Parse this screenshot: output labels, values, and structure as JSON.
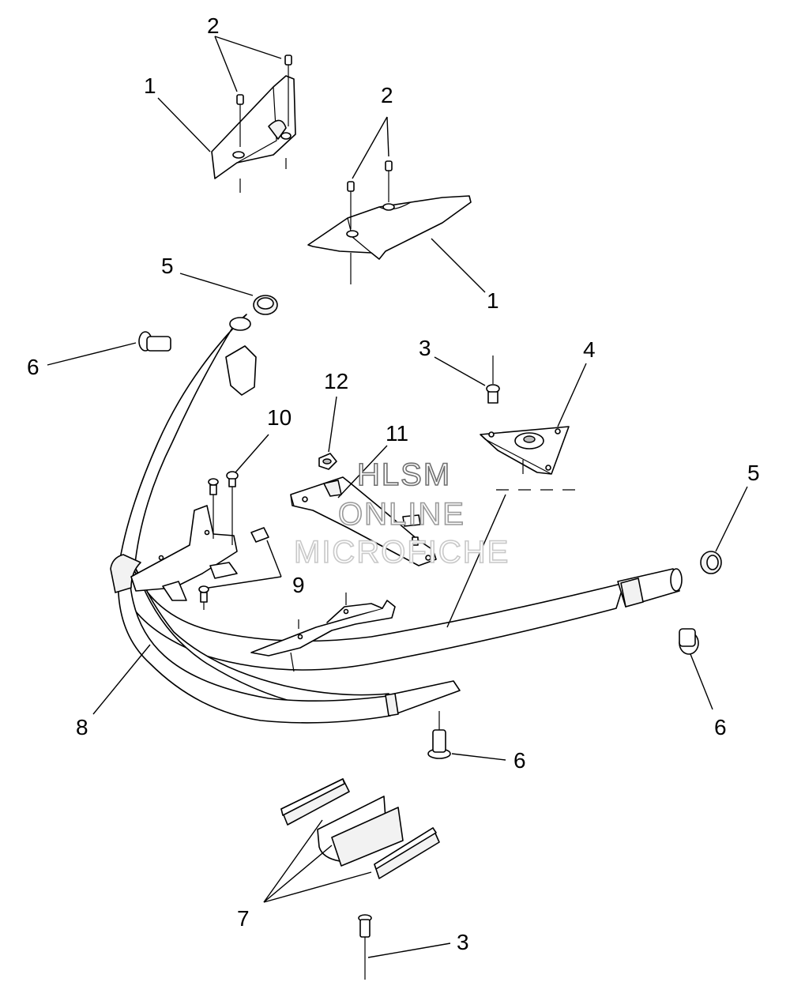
{
  "callouts": {
    "c1a": "1",
    "c1b": "1",
    "c2a": "2",
    "c2b": "2",
    "c3a": "3",
    "c3b": "3",
    "c4": "4",
    "c5a": "5",
    "c5b": "5",
    "c6a": "6",
    "c6b": "6",
    "c6c": "6",
    "c7": "7",
    "c8": "8",
    "c9": "9",
    "c10": "10",
    "c11": "11",
    "c12": "12"
  },
  "watermark": {
    "line1": "HLSM",
    "line2": "ONLINE",
    "line3": "MICROFICHE"
  }
}
